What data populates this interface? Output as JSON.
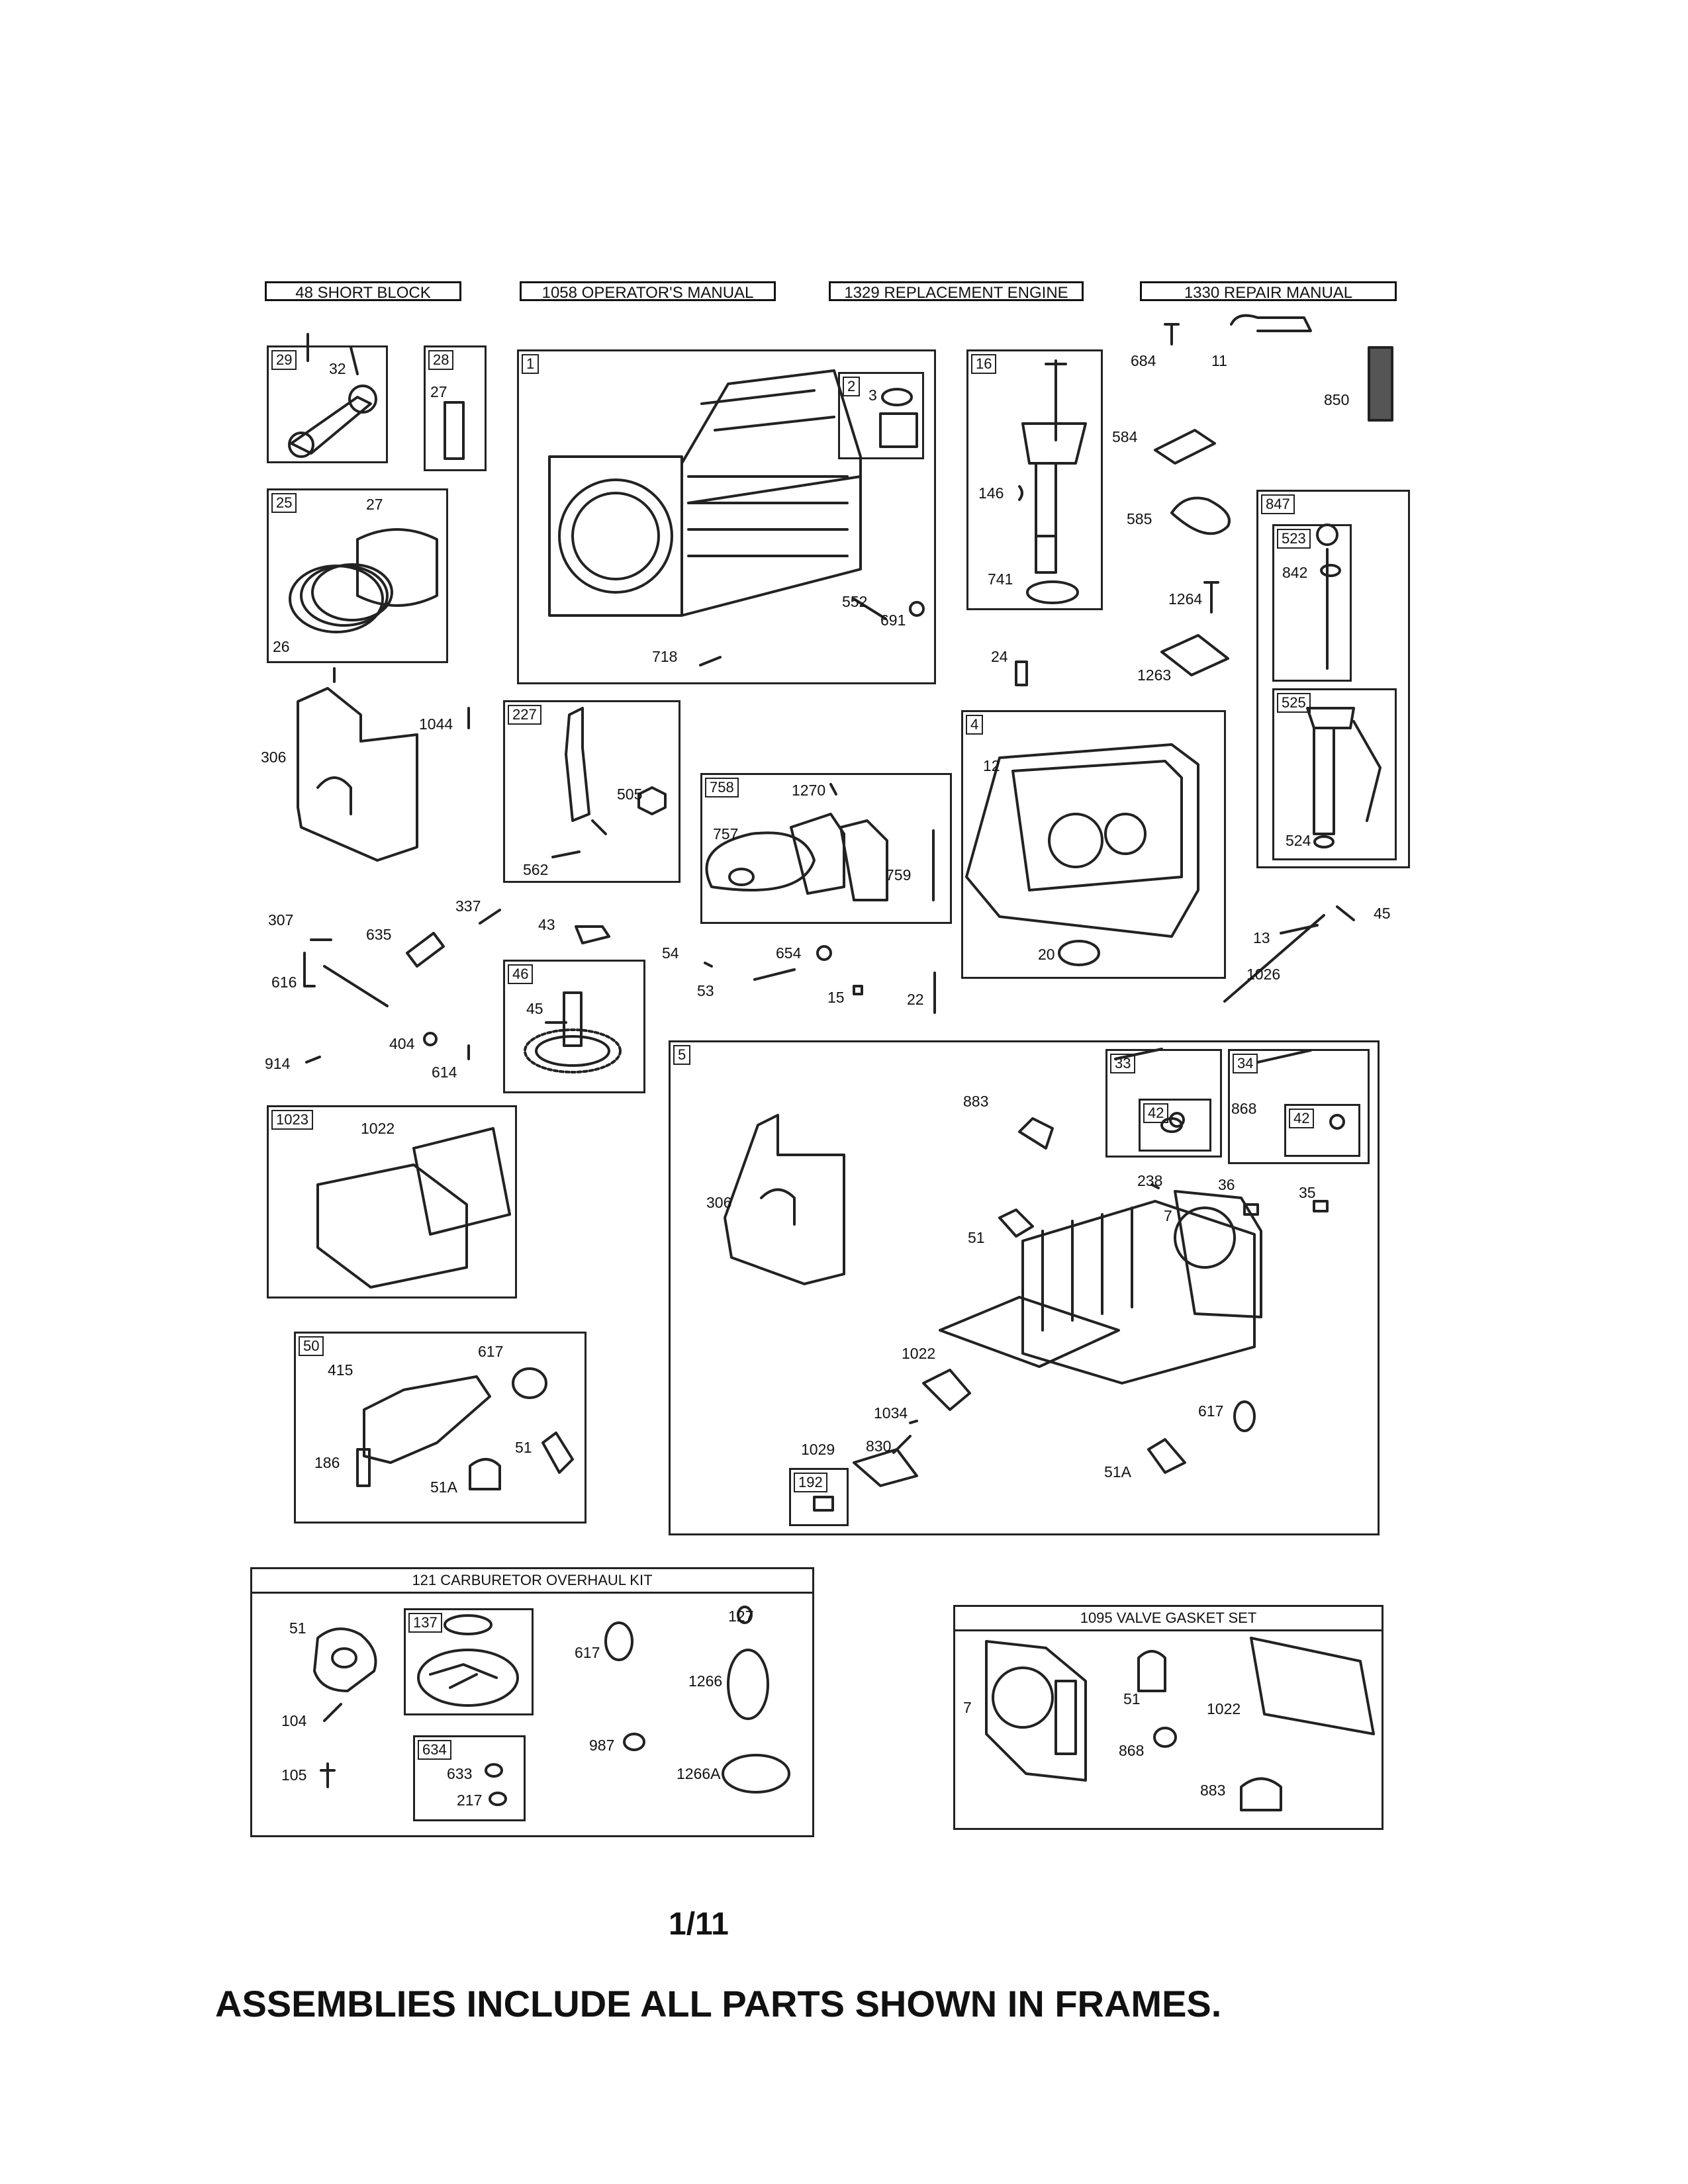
{
  "header_items": [
    "48 SHORT BLOCK",
    "1058 OPERATOR'S MANUAL",
    "1329 REPLACEMENT ENGINE",
    "1330 REPAIR MANUAL"
  ],
  "frames": {
    "f29": "29",
    "f28": "28",
    "f1": "1",
    "f2": "2",
    "f16": "16",
    "f25": "25",
    "f847": "847",
    "f523": "523",
    "f525": "525",
    "f227": "227",
    "f758": "758",
    "f4": "4",
    "f46": "46",
    "f5": "5",
    "f33": "33",
    "f34": "34",
    "f42a": "42",
    "f42b": "42",
    "f1023": "1023",
    "f50": "50",
    "f192": "192",
    "f137": "137",
    "f634": "634"
  },
  "kits": {
    "carb": "121 CARBURETOR OVERHAUL KIT",
    "valve": "1095 VALVE GASKET SET"
  },
  "labels": {
    "l32": "32",
    "l27a": "27",
    "l27b": "27",
    "l26": "26",
    "l3": "3",
    "l552": "552",
    "l691": "691",
    "l718": "718",
    "l146": "146",
    "l741": "741",
    "l684": "684",
    "l11": "11",
    "l850": "850",
    "l584": "584",
    "l585": "585",
    "l842": "842",
    "l1264": "1264",
    "l24": "24",
    "l1263": "1263",
    "l524": "524",
    "l1044": "1044",
    "l306a": "306",
    "l505": "505",
    "l562": "562",
    "l1270": "1270",
    "l757": "757",
    "l759": "759",
    "l12": "12",
    "l20": "20",
    "l307": "307",
    "l635": "635",
    "l337": "337",
    "l43": "43",
    "l616": "616",
    "l54": "54",
    "l654": "654",
    "l53": "53",
    "l15": "15",
    "l22": "22",
    "l13": "13",
    "l45a": "45",
    "l1026": "1026",
    "l45b": "45",
    "l404": "404",
    "l614": "614",
    "l914": "914",
    "l1022a": "1022",
    "l883a": "883",
    "l868a": "868",
    "l238": "238",
    "l36": "36",
    "l35": "35",
    "l7a": "7",
    "l306b": "306",
    "l51a": "51",
    "l1022b": "1022",
    "l1034": "1034",
    "l617a": "617",
    "l1029": "1029",
    "l830": "830",
    "l51Aa": "51A",
    "l415": "415",
    "l617b": "617",
    "l186": "186",
    "l51b": "51",
    "l51Ab": "51A",
    "l51c": "51",
    "l127": "127",
    "l617c": "617",
    "l1266": "1266",
    "l104": "104",
    "l987": "987",
    "l105": "105",
    "l633": "633",
    "l217": "217",
    "l1266A": "1266A",
    "l7b": "7",
    "l51d": "51",
    "l1022c": "1022",
    "l868b": "868",
    "l883b": "883"
  },
  "page_number": "1/11",
  "footer_note": "ASSEMBLIES INCLUDE ALL PARTS SHOWN IN FRAMES."
}
